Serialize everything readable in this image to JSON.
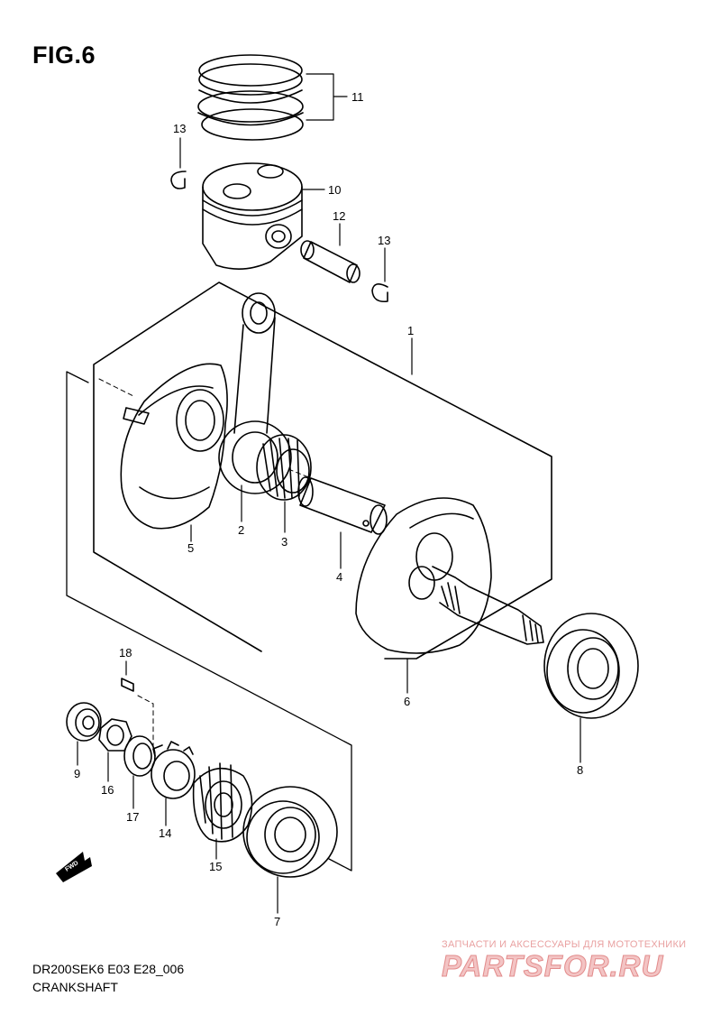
{
  "figure": {
    "title": "FIG.6"
  },
  "footer": {
    "model_code": "DR200SEK6 E03 E28_006",
    "section": "CRANKSHAFT"
  },
  "watermark": {
    "tagline": "ЗАПЧАСТИ И АКСЕССУАРЫ ДЛЯ МОТОТЕХНИКИ",
    "brand": "PARTSFOR.RU",
    "color": "#e28b8b"
  },
  "direction_arrow": {
    "label": "FWD"
  },
  "callouts": [
    "1",
    "2",
    "3",
    "4",
    "5",
    "6",
    "7",
    "8",
    "9",
    "10",
    "11",
    "12",
    "13",
    "13",
    "14",
    "15",
    "16",
    "17",
    "18"
  ]
}
